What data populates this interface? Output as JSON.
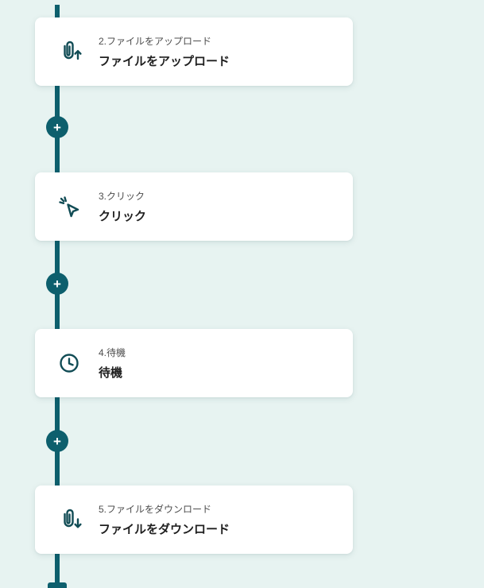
{
  "colors": {
    "accent": "#0d5f6d",
    "background": "#e7f3f1",
    "card_background": "#ffffff",
    "label_text": "#4d4d4d",
    "title_text": "#1f1f1f"
  },
  "timeline": {
    "add_button_glyph": "+"
  },
  "steps": [
    {
      "label": "2.ファイルをアップロード",
      "title": "ファイルをアップロード",
      "icon": "file-upload-icon"
    },
    {
      "label": "3.クリック",
      "title": "クリック",
      "icon": "click-icon"
    },
    {
      "label": "4.待機",
      "title": "待機",
      "icon": "wait-clock-icon"
    },
    {
      "label": "5.ファイルをダウンロード",
      "title": "ファイルをダウンロード",
      "icon": "file-download-icon"
    }
  ]
}
